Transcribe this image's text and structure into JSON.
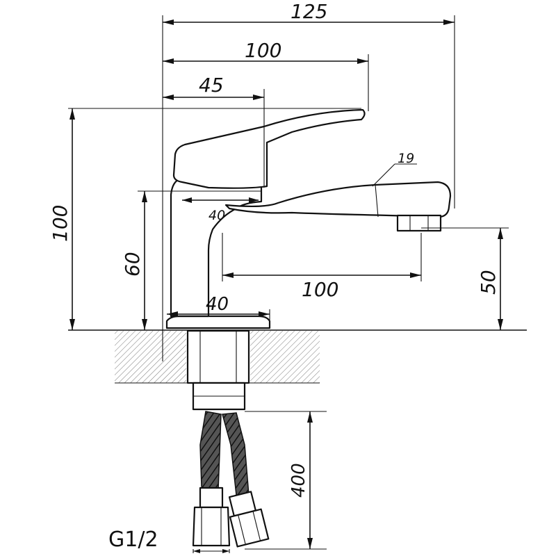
{
  "dimensions": {
    "total_width": "125",
    "lever_reach": "100",
    "body_width": "45",
    "total_height": "100",
    "spout_height": "60",
    "outlet_diameter": "19",
    "lever_depth": "40",
    "spout_reach": "100",
    "outlet_clearance": "50",
    "base_diameter": "40",
    "hose_length": "400"
  },
  "labels": {
    "connection_thread": "G1/2"
  }
}
